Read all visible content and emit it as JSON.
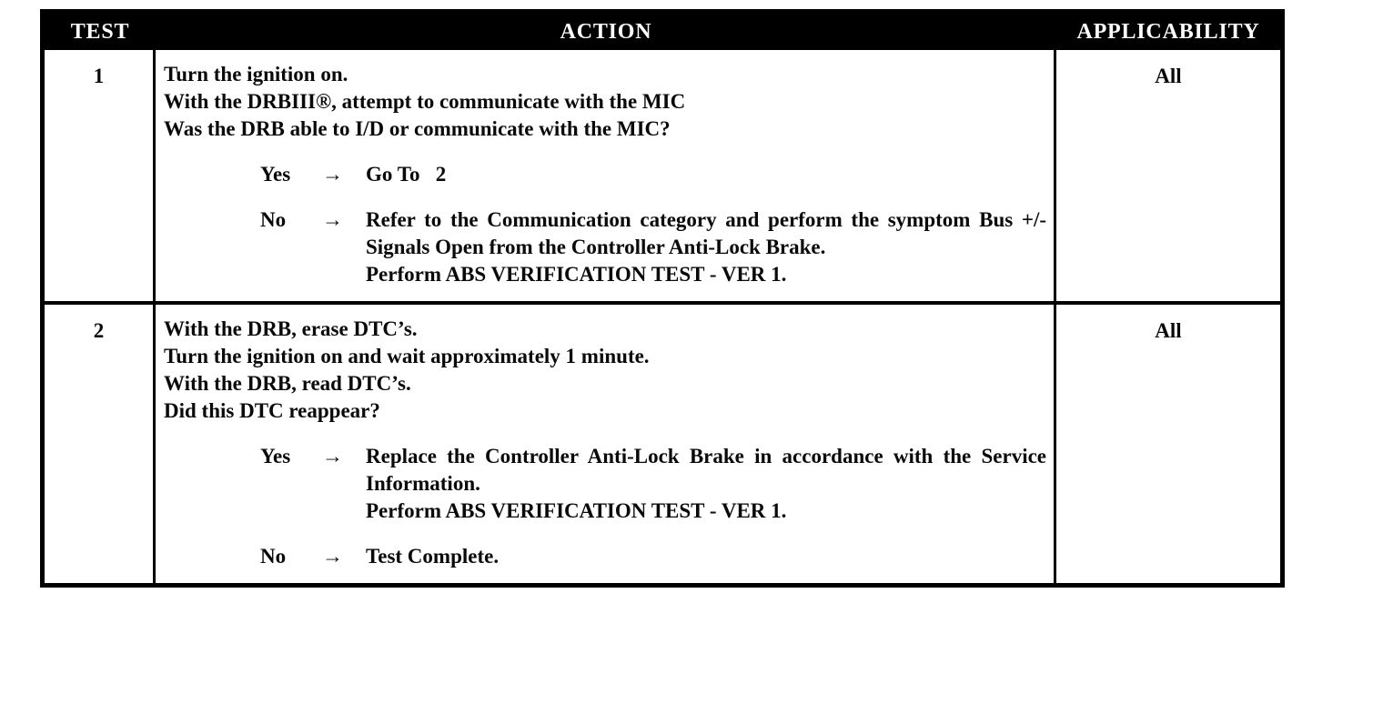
{
  "document": {
    "background": "#ffffff",
    "ink_color": "#0a0a0a",
    "header_bg": "#000000",
    "header_text_color": "#ffffff"
  },
  "table": {
    "headers": {
      "test": "TEST",
      "action": "ACTION",
      "applicability": "APPLICABILITY"
    },
    "rows": [
      {
        "test": "1",
        "applicability": "All",
        "action_lines": [
          "Turn the ignition on.",
          "With the DRBIII®, attempt to communicate with the MIC",
          "Was the DRB able to I/D or communicate with the MIC?"
        ],
        "branches": [
          {
            "label": "Yes",
            "arrow": "→",
            "result": [
              "Go To   2"
            ]
          },
          {
            "label": "No",
            "arrow": "→",
            "result": [
              "Refer to the Communication category and perform the symptom Bus +/- Signals Open from the Controller Anti-Lock Brake.",
              "Perform ABS VERIFICATION TEST - VER 1."
            ]
          }
        ]
      },
      {
        "test": "2",
        "applicability": "All",
        "action_lines": [
          "With the DRB, erase DTC’s.",
          "Turn the ignition on and wait approximately 1 minute.",
          "With the DRB, read DTC’s.",
          "Did this DTC reappear?"
        ],
        "branches": [
          {
            "label": "Yes",
            "arrow": "→",
            "result": [
              "Replace the Controller Anti-Lock Brake in accordance with the Service Information.",
              "Perform ABS VERIFICATION TEST - VER 1."
            ]
          },
          {
            "label": "No",
            "arrow": "→",
            "result": [
              "Test Complete."
            ]
          }
        ]
      }
    ]
  }
}
